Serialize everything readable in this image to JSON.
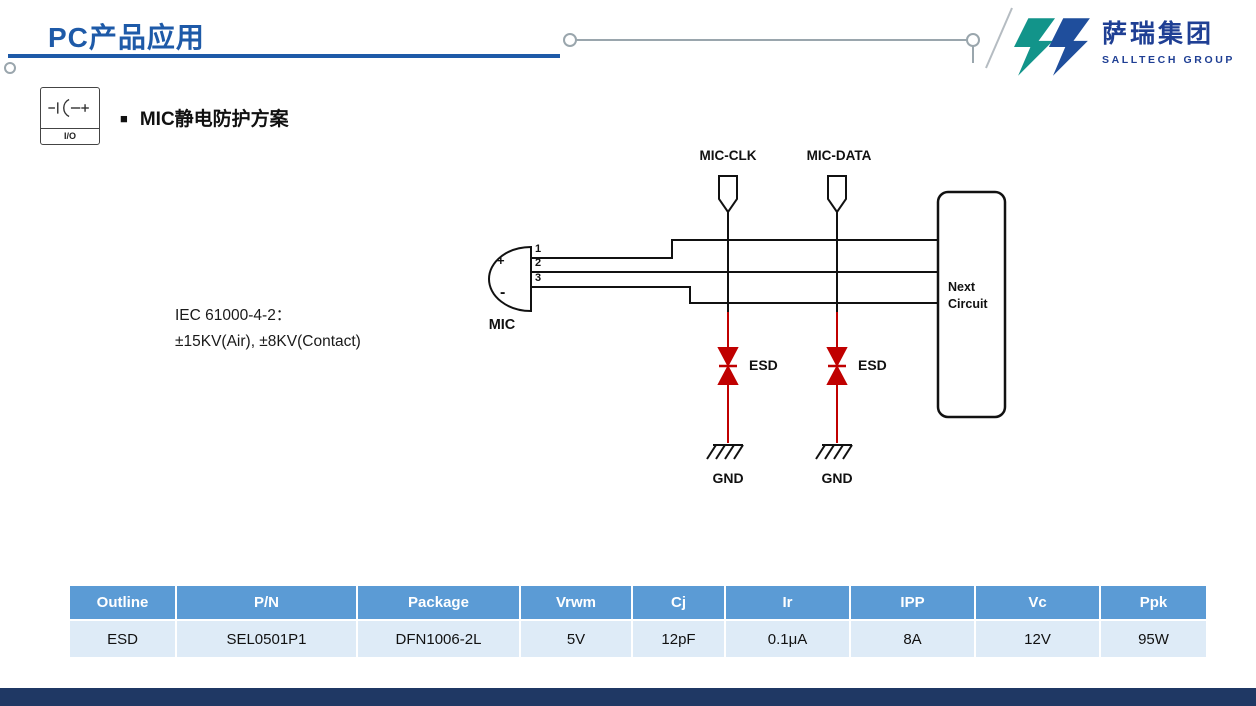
{
  "header": {
    "title": "PC产品应用",
    "accent_color": "#1E5AA8"
  },
  "logo": {
    "name_cn": "萨瑞集团",
    "name_en": "SALLTECH GROUP",
    "green": "#12948A",
    "blue": "#1F4E9C"
  },
  "io_badge": {
    "label": "I/O"
  },
  "section": {
    "bullet": "■",
    "heading": "MIC静电防护方案"
  },
  "diagram": {
    "signal_left": "MIC-CLK",
    "signal_right": "MIC-DATA",
    "mic_label": "MIC",
    "pins": [
      "1",
      "2",
      "3"
    ],
    "plus": "+",
    "minus": "-",
    "esd_left": "ESD",
    "esd_right": "ESD",
    "gnd_left": "GND",
    "gnd_right": "GND",
    "next_circuit_line1": "Next",
    "next_circuit_line2": "Circuit",
    "iec_line1": "IEC 61000-4-2：",
    "iec_line2": "±15KV(Air), ±8KV(Contact)",
    "esd_color": "#C00000"
  },
  "table": {
    "headers": [
      "Outline",
      "P/N",
      "Package",
      "Vrwm",
      "Cj",
      "Ir",
      "IPP",
      "Vc",
      "Ppk"
    ],
    "rows": [
      [
        "ESD",
        "SEL0501P1",
        "DFN1006-2L",
        "5V",
        "12pF",
        "0.1μA",
        "8A",
        "12V",
        "95W"
      ]
    ],
    "header_bg": "#5B9BD5",
    "row_bg": "#DEEBF7"
  },
  "footer": {
    "bar_color": "#1F3864"
  }
}
